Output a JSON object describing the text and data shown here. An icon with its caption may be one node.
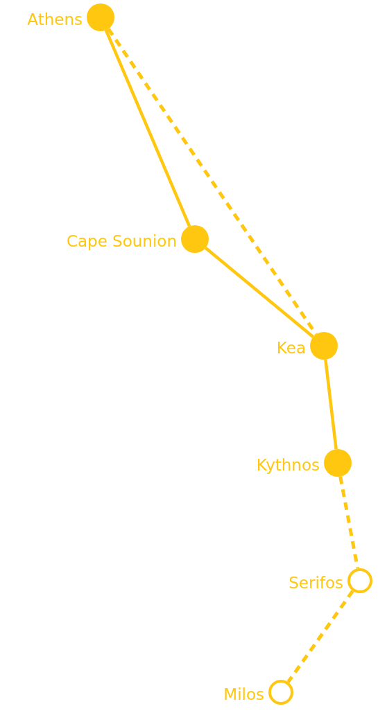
{
  "diagram": {
    "nodes": [
      {
        "text": [],
        "shape": "circle",
        "beside": [
          "Athens"
        ]
      },
      {
        "text": [],
        "shape": "circle",
        "beside": [
          "Cape Sounion"
        ]
      },
      {
        "text": [],
        "shape": "circle",
        "beside": [
          "Kea"
        ]
      },
      {
        "text": [],
        "shape": "circle",
        "beside": [
          "Kythnos"
        ]
      },
      {
        "text": [],
        "shape": "ring",
        "beside": [
          "Serifos"
        ]
      },
      {
        "text": [],
        "shape": "ring",
        "beside": [
          "Milos"
        ]
      }
    ],
    "edges": [
      {
        "from": 0,
        "to": 1,
        "arrow": "none"
      },
      {
        "from": 0,
        "to": 2,
        "arrow": "none",
        "style": "dashed"
      },
      {
        "from": 1,
        "to": 2,
        "arrow": "none"
      },
      {
        "from": 2,
        "to": 3,
        "arrow": "none"
      },
      {
        "from": 3,
        "to": 4,
        "arrow": "none",
        "style": "dashed"
      },
      {
        "from": 4,
        "to": 5,
        "arrow": "none",
        "style": "dashed"
      }
    ]
  }
}
